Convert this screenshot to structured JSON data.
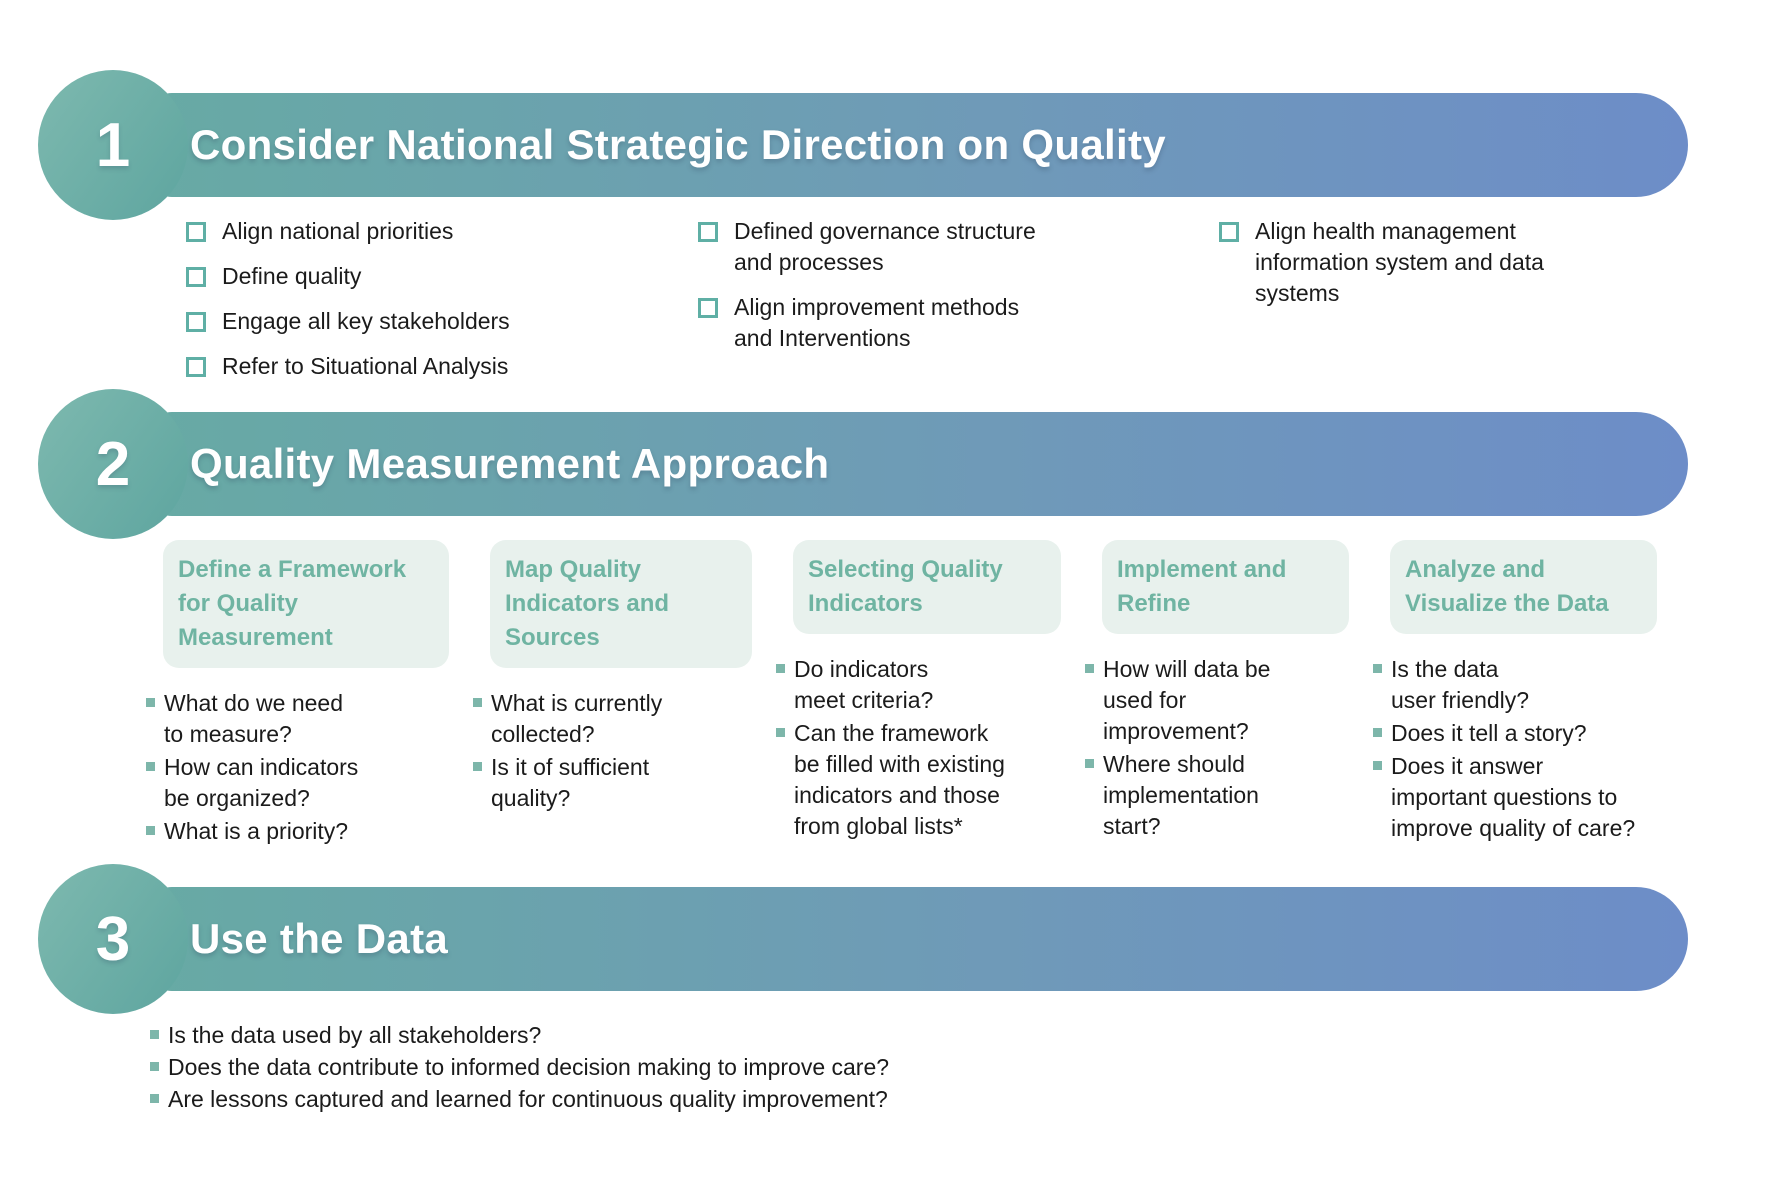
{
  "colors": {
    "teal": "#67aaa4",
    "blue": "#6d8dc8",
    "card_header_bg": "#e8f1ed",
    "card_header_text": "#6fb4a2",
    "checkbox_border": "#5fafa5",
    "bullet_square": "#7db6aa",
    "body_text": "#1b1b1b"
  },
  "sections": [
    {
      "number": "1",
      "title": "Consider National Strategic Direction on Quality",
      "checklist_columns": [
        {
          "items": [
            "Align national priorities",
            "Define quality",
            "Engage all key stakeholders",
            "Refer to Situational Analysis"
          ]
        },
        {
          "items": [
            "Defined governance structure\nand processes",
            "Align improvement methods\nand Interventions"
          ]
        },
        {
          "items": [
            "Align health management\ninformation system and data\nsystems"
          ]
        }
      ]
    },
    {
      "number": "2",
      "title": "Quality Measurement Approach",
      "cards": [
        {
          "heading": "Define a Framework\nfor Quality\nMeasurement",
          "bullets": [
            "What do we need\nto measure?",
            "How can indicators\nbe organized?",
            "What is a priority?"
          ]
        },
        {
          "heading": "Map Quality\nIndicators and\nSources",
          "bullets": [
            "What is currently\ncollected?",
            "Is it of sufficient\nquality?"
          ]
        },
        {
          "heading": "Selecting Quality\nIndicators",
          "bullets": [
            "Do indicators\nmeet criteria?",
            "Can the framework\nbe filled with existing\nindicators and those\nfrom global lists*"
          ]
        },
        {
          "heading": "Implement and\nRefine",
          "bullets": [
            "How will data be\nused for\nimprovement?",
            "Where should\nimplementation\nstart?"
          ]
        },
        {
          "heading": "Analyze and\nVisualize the Data",
          "bullets": [
            "Is the data\nuser friendly?",
            "Does it tell a story?",
            "Does it answer\nimportant questions to\nimprove quality of care?"
          ]
        }
      ]
    },
    {
      "number": "3",
      "title": "Use the Data",
      "bullets": [
        "Is the data used by all stakeholders?",
        "Does the data contribute to informed decision making to improve care?",
        "Are lessons captured and learned for continuous quality improvement?"
      ]
    }
  ]
}
